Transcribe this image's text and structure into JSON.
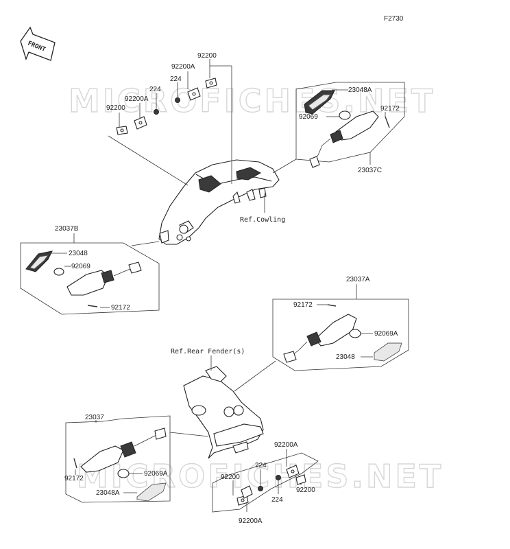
{
  "figure_code": "F2730",
  "front_badge": "FRONT",
  "watermark": "MICROFICHES.NET",
  "refs": {
    "cowling": "Ref.Cowling",
    "rear_fender": "Ref.Rear Fender(s)"
  },
  "labels": {
    "p92200_top": "92200",
    "p92200a_top": "92200A",
    "p224_top_r": "224",
    "p224_top_l": "224",
    "p92200a_top_l": "92200A",
    "p92200_top_l": "92200",
    "p23048a_fr": "23048A",
    "p92069_fr": "92069",
    "p92172_fr": "92172",
    "p23037c": "23037C",
    "p23037b": "23037B",
    "p23048_fl": "23048",
    "p92069_fl": "92069",
    "p92172_fl": "92172",
    "p23037a": "23037A",
    "p92172_rr": "92172",
    "p92069a_rr": "92069A",
    "p23048_rr": "23048",
    "p23037": "23037",
    "p92172_rl": "92172",
    "p92069a_rl": "92069A",
    "p23048a_rl": "23048A",
    "p92200a_bot_r": "92200A",
    "p224_bot_top": "224",
    "p92200_bot_l": "92200",
    "p224_bot": "224",
    "p92200_bot_r": "92200",
    "p92200a_bot": "92200A"
  }
}
